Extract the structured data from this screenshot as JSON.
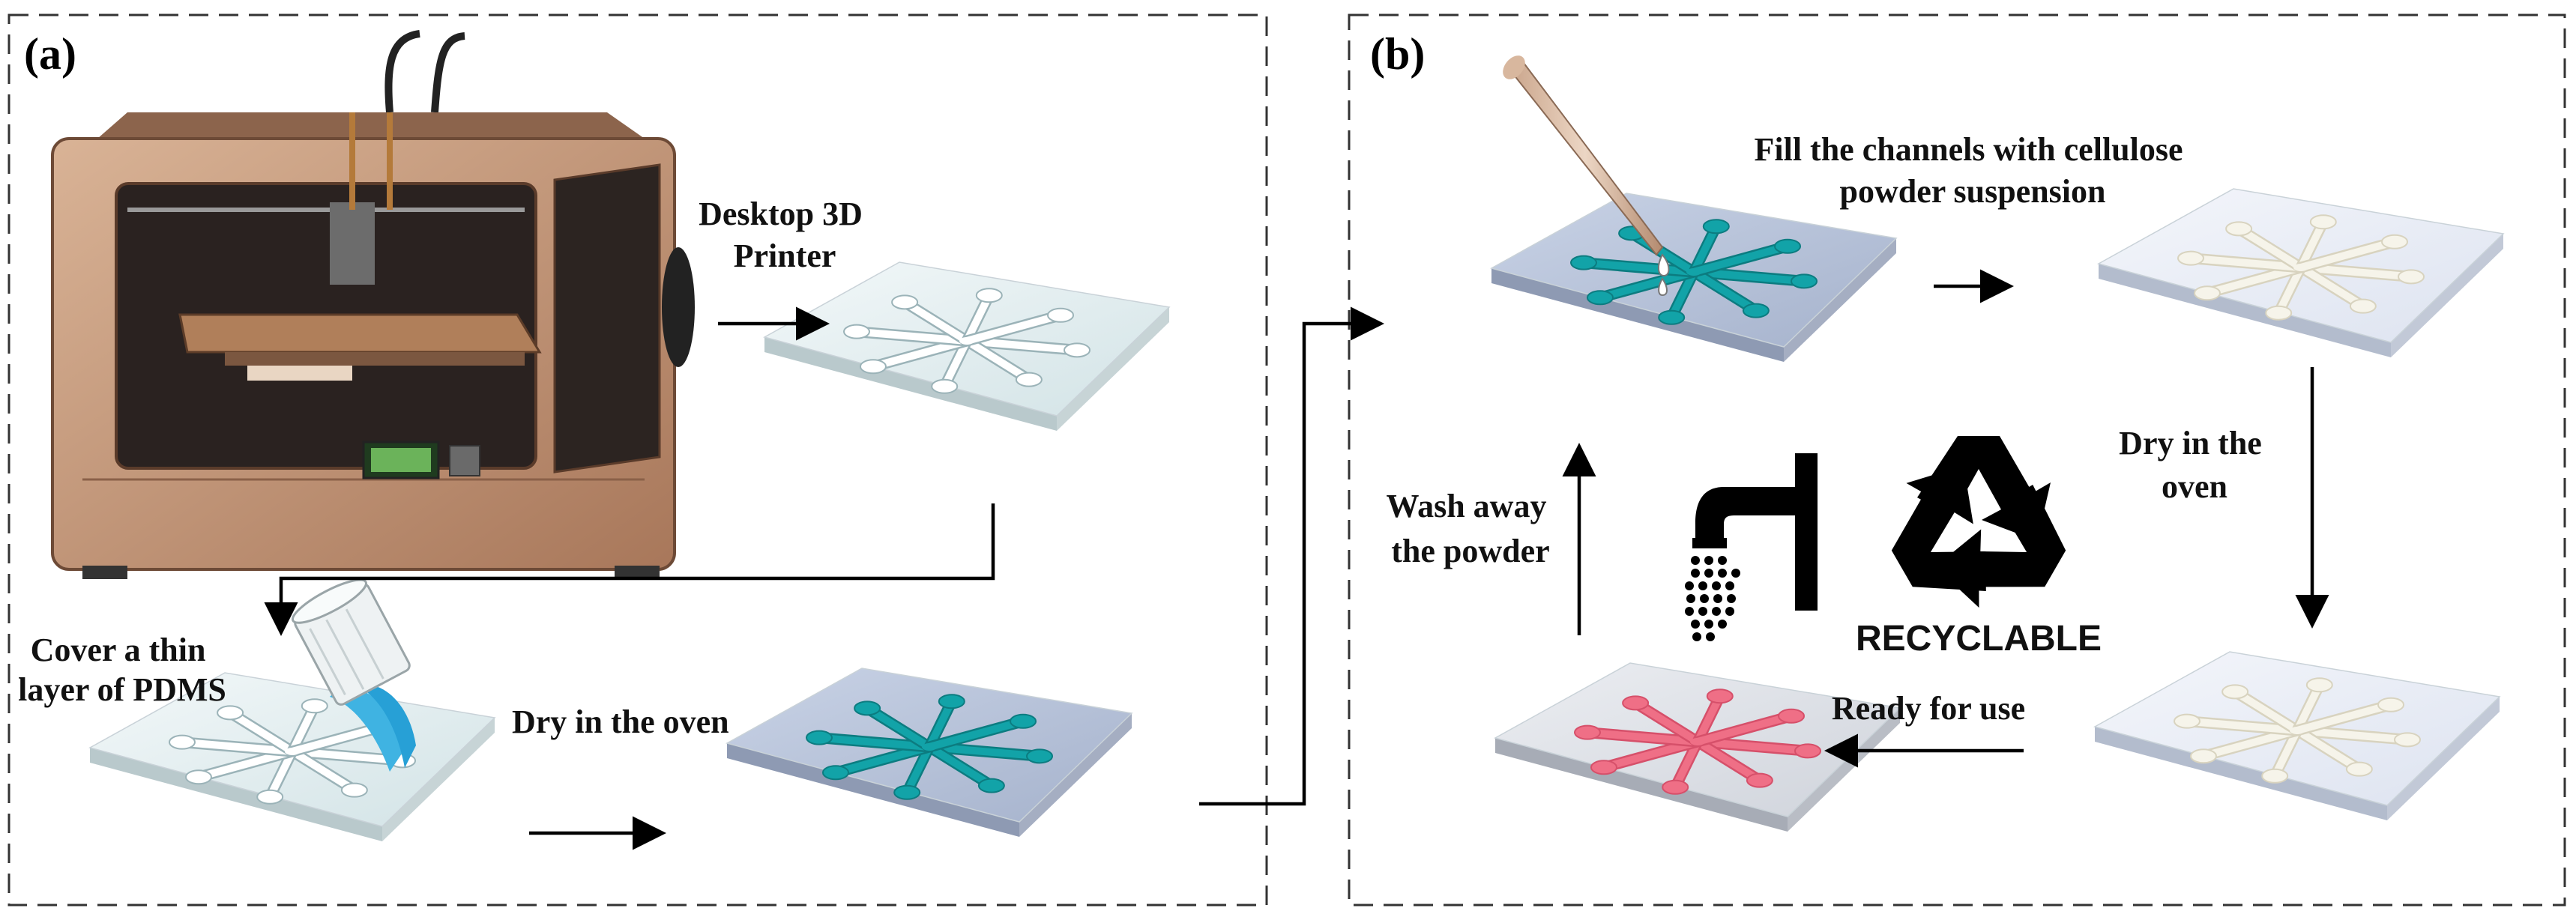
{
  "panels": {
    "a": {
      "label": "(a)"
    },
    "b": {
      "label": "(b)"
    }
  },
  "steps": {
    "printer": [
      "Desktop 3D",
      "Printer"
    ],
    "cover": [
      "Cover a thin",
      "layer of PDMS"
    ],
    "dry_a": "Dry in the oven",
    "fill": [
      "Fill the channels with cellulose",
      "powder suspension"
    ],
    "dry_b": [
      "Dry in the",
      "oven"
    ],
    "ready": "Ready for use",
    "wash": [
      "Wash away",
      "the powder"
    ]
  },
  "recycle": {
    "text": "RECYCLABLE"
  },
  "colors": {
    "teal": "#12a3a8",
    "pink": "#ef6f86",
    "cream": "#f6f4ea",
    "chip_light": "#e3eff1",
    "chip_blue": "#b7c3d9",
    "printer_wood": "#c79a7b"
  }
}
